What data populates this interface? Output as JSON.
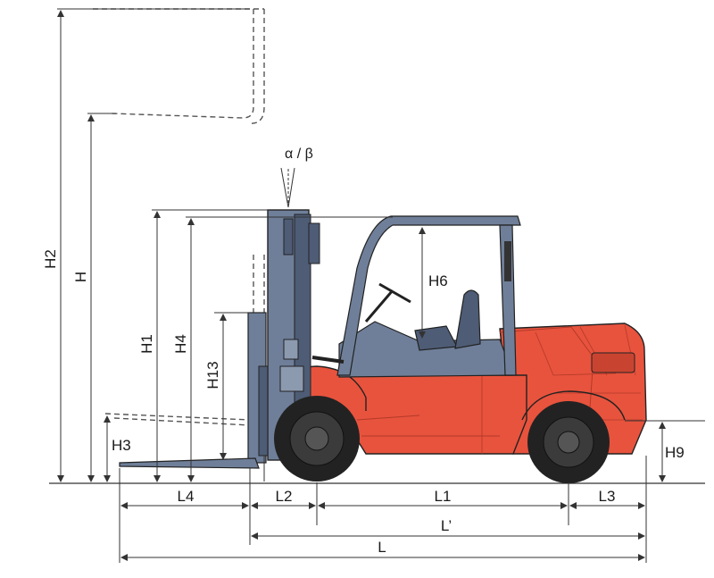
{
  "diagram": {
    "labels": {
      "h2": "H2",
      "h": "H",
      "h1": "H1",
      "h4": "H4",
      "h13": "H13",
      "h3": "H3",
      "h6": "H6",
      "h9": "H9",
      "tilt": "α / β",
      "l4": "L4",
      "l2": "L2",
      "l1": "L1",
      "l3": "L3",
      "l_prime": "L’",
      "l": "L"
    },
    "colors": {
      "body": "#e8533d",
      "body_shade": "#c94430",
      "mast": "#6f7f99",
      "mast_dark": "#4e5c75",
      "tire": "#222222",
      "line": "#333333"
    }
  }
}
